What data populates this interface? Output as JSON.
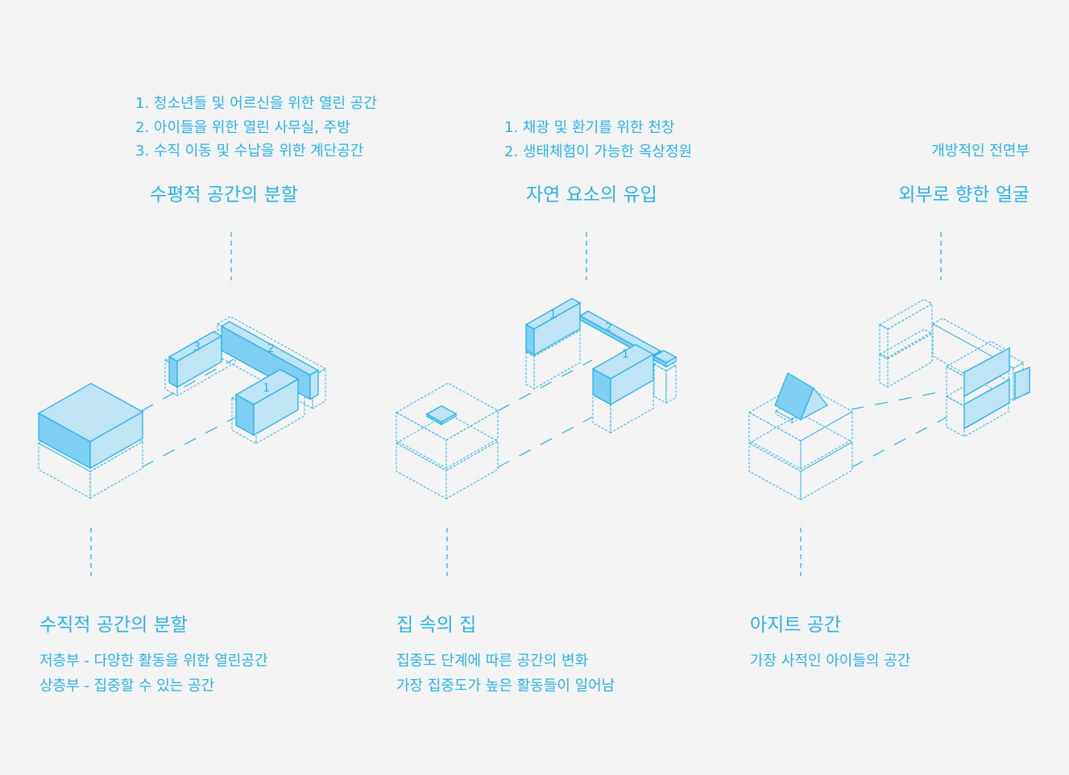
{
  "colors": {
    "accent": "#29b3e6",
    "fill_light": "#bfe4f6",
    "fill_dark": "#7fcff2",
    "background": "#f4f4f4"
  },
  "top": [
    {
      "items": [
        "1. 청소년들 및 어르신을 위한 열린 공간",
        "2. 아이들을 위한 열린 사무실, 주방",
        "3. 수직 이동 및 수납을 위한 계단공간"
      ],
      "title": "수평적 공간의 분할"
    },
    {
      "items": [
        "1. 채광 및 환기를 위한 천창",
        "2. 생태체험이 가능한 옥상정원"
      ],
      "title": "자연 요소의 유입"
    },
    {
      "items": [
        "개방적인 전면부"
      ],
      "title": "외부로 향한 얼굴"
    }
  ],
  "bottom": [
    {
      "title": "수직적 공간의 분할",
      "lines": [
        "저층부 - 다양한 활동을 위한 열린공간",
        "상층부 - 집중할 수 있는 공간"
      ]
    },
    {
      "title": "집 속의 집",
      "lines": [
        "집중도 단계에 따른 공간의 변화",
        "가장 집중도가 높은 활동들이 일어남"
      ]
    },
    {
      "title": "아지트 공간",
      "lines": [
        "가장 사적인 아이들의 공간"
      ]
    }
  ],
  "labels": {
    "one": "1",
    "two": "2",
    "three": "3"
  }
}
